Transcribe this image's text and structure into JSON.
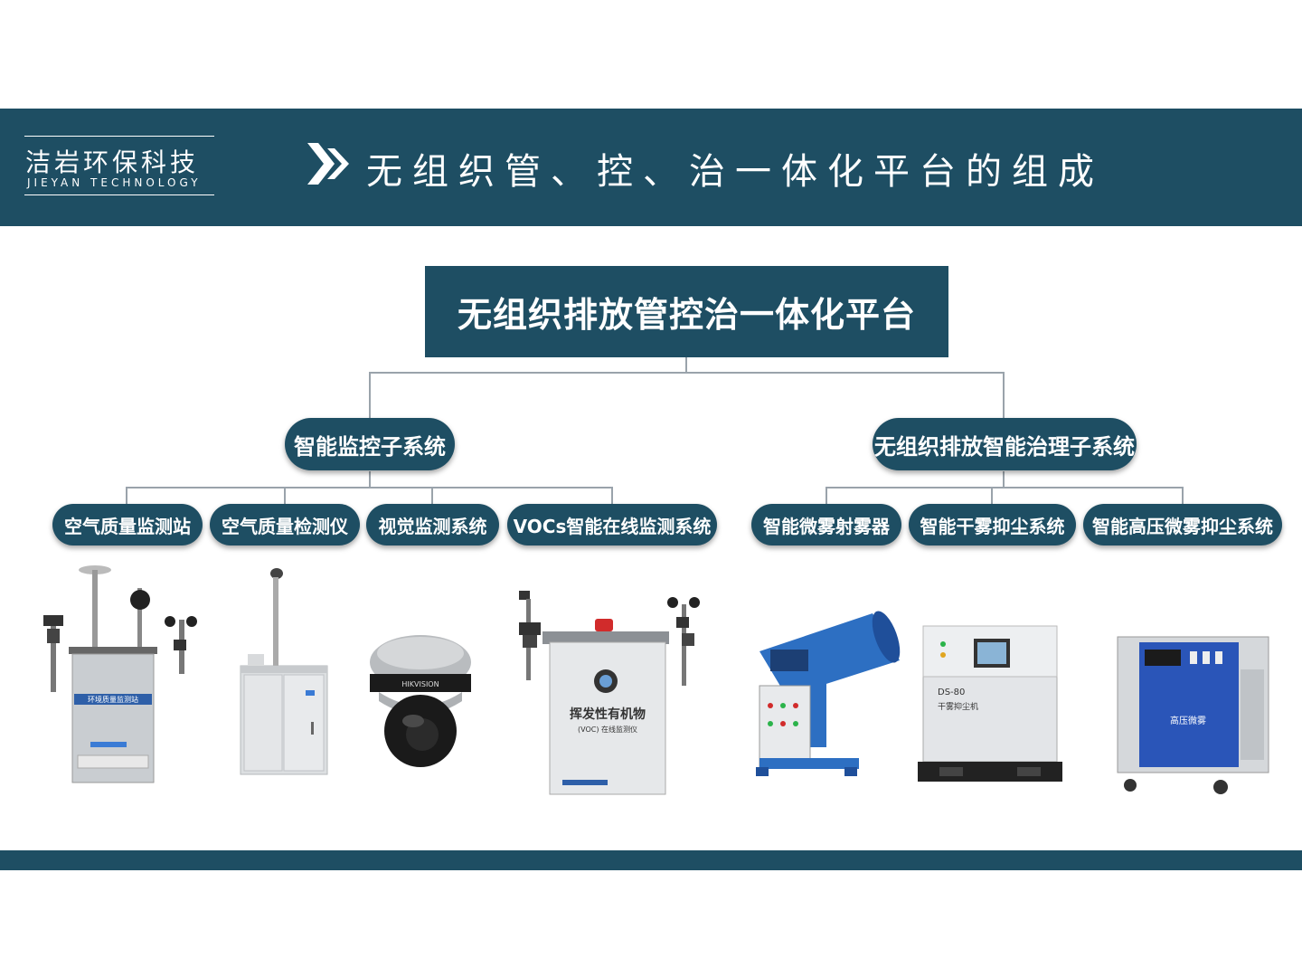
{
  "header": {
    "logo_cn": "洁岩环保科技",
    "logo_en": "JIEYAN TECHNOLOGY",
    "title": "无组织管、控、治一体化平台的组成",
    "chevron_icon": "double-chevron-right-icon",
    "bg_color": "#1e4e63"
  },
  "diagram": {
    "root": {
      "label": "无组织排放管控治一体化平台"
    },
    "branches": [
      {
        "label": "智能监控子系统",
        "children": [
          "空气质量监测站",
          "空气质量检测仪",
          "视觉监测系统",
          "VOCs智能在线监测系统"
        ]
      },
      {
        "label": "无组织排放智能治理子系统",
        "children": [
          "智能微雾射雾器",
          "智能干雾抑尘系统",
          "智能高压微雾抑尘系统"
        ]
      }
    ],
    "accent_color": "#1e4e63"
  },
  "devices": {
    "station_panel": "环境质量监测站",
    "voc_label": "挥发性有机物",
    "voc_sub": "(VOC) 在线监测仪",
    "camera_brand": "HIKVISION",
    "fog_label": "DS-80",
    "fog_sub": "干雾抑尘机",
    "hp_label": "高压微雾"
  }
}
